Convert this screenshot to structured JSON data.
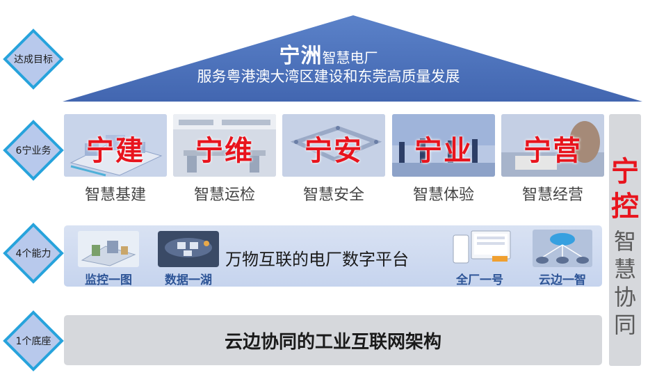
{
  "levels": [
    {
      "label": "达成目标"
    },
    {
      "label": "6宁业务"
    },
    {
      "label": "4个能力"
    },
    {
      "label": "1个底座"
    }
  ],
  "roof": {
    "title_main": "宁洲",
    "title_small": "智慧电厂",
    "subtitle": "服务粤港澳大湾区建设和东莞高质量发展"
  },
  "businesses": [
    {
      "name": "宁建",
      "desc": "智慧基建"
    },
    {
      "name": "宁维",
      "desc": "智慧运检"
    },
    {
      "name": "宁安",
      "desc": "智慧安全"
    },
    {
      "name": "宁业",
      "desc": "智慧体验"
    },
    {
      "name": "宁营",
      "desc": "智慧经营"
    }
  ],
  "control": {
    "name_chars": [
      "宁",
      "控"
    ],
    "desc_chars": [
      "智",
      "慧",
      "协",
      "同"
    ]
  },
  "capabilities": {
    "platform": "万物互联的电厂数字平台",
    "items": [
      {
        "label": "监控一图"
      },
      {
        "label": "数据一湖"
      },
      {
        "label": "全厂一号"
      },
      {
        "label": "云边一智"
      }
    ]
  },
  "foundation": {
    "label": "云边协同的工业互联网架构"
  },
  "colors": {
    "roof": "#4a73bd",
    "diamond_border": "#27a3dc",
    "diamond_fill": "#b8c9ec",
    "accent_red": "#e8141d",
    "capability_text": "#2e5597"
  }
}
